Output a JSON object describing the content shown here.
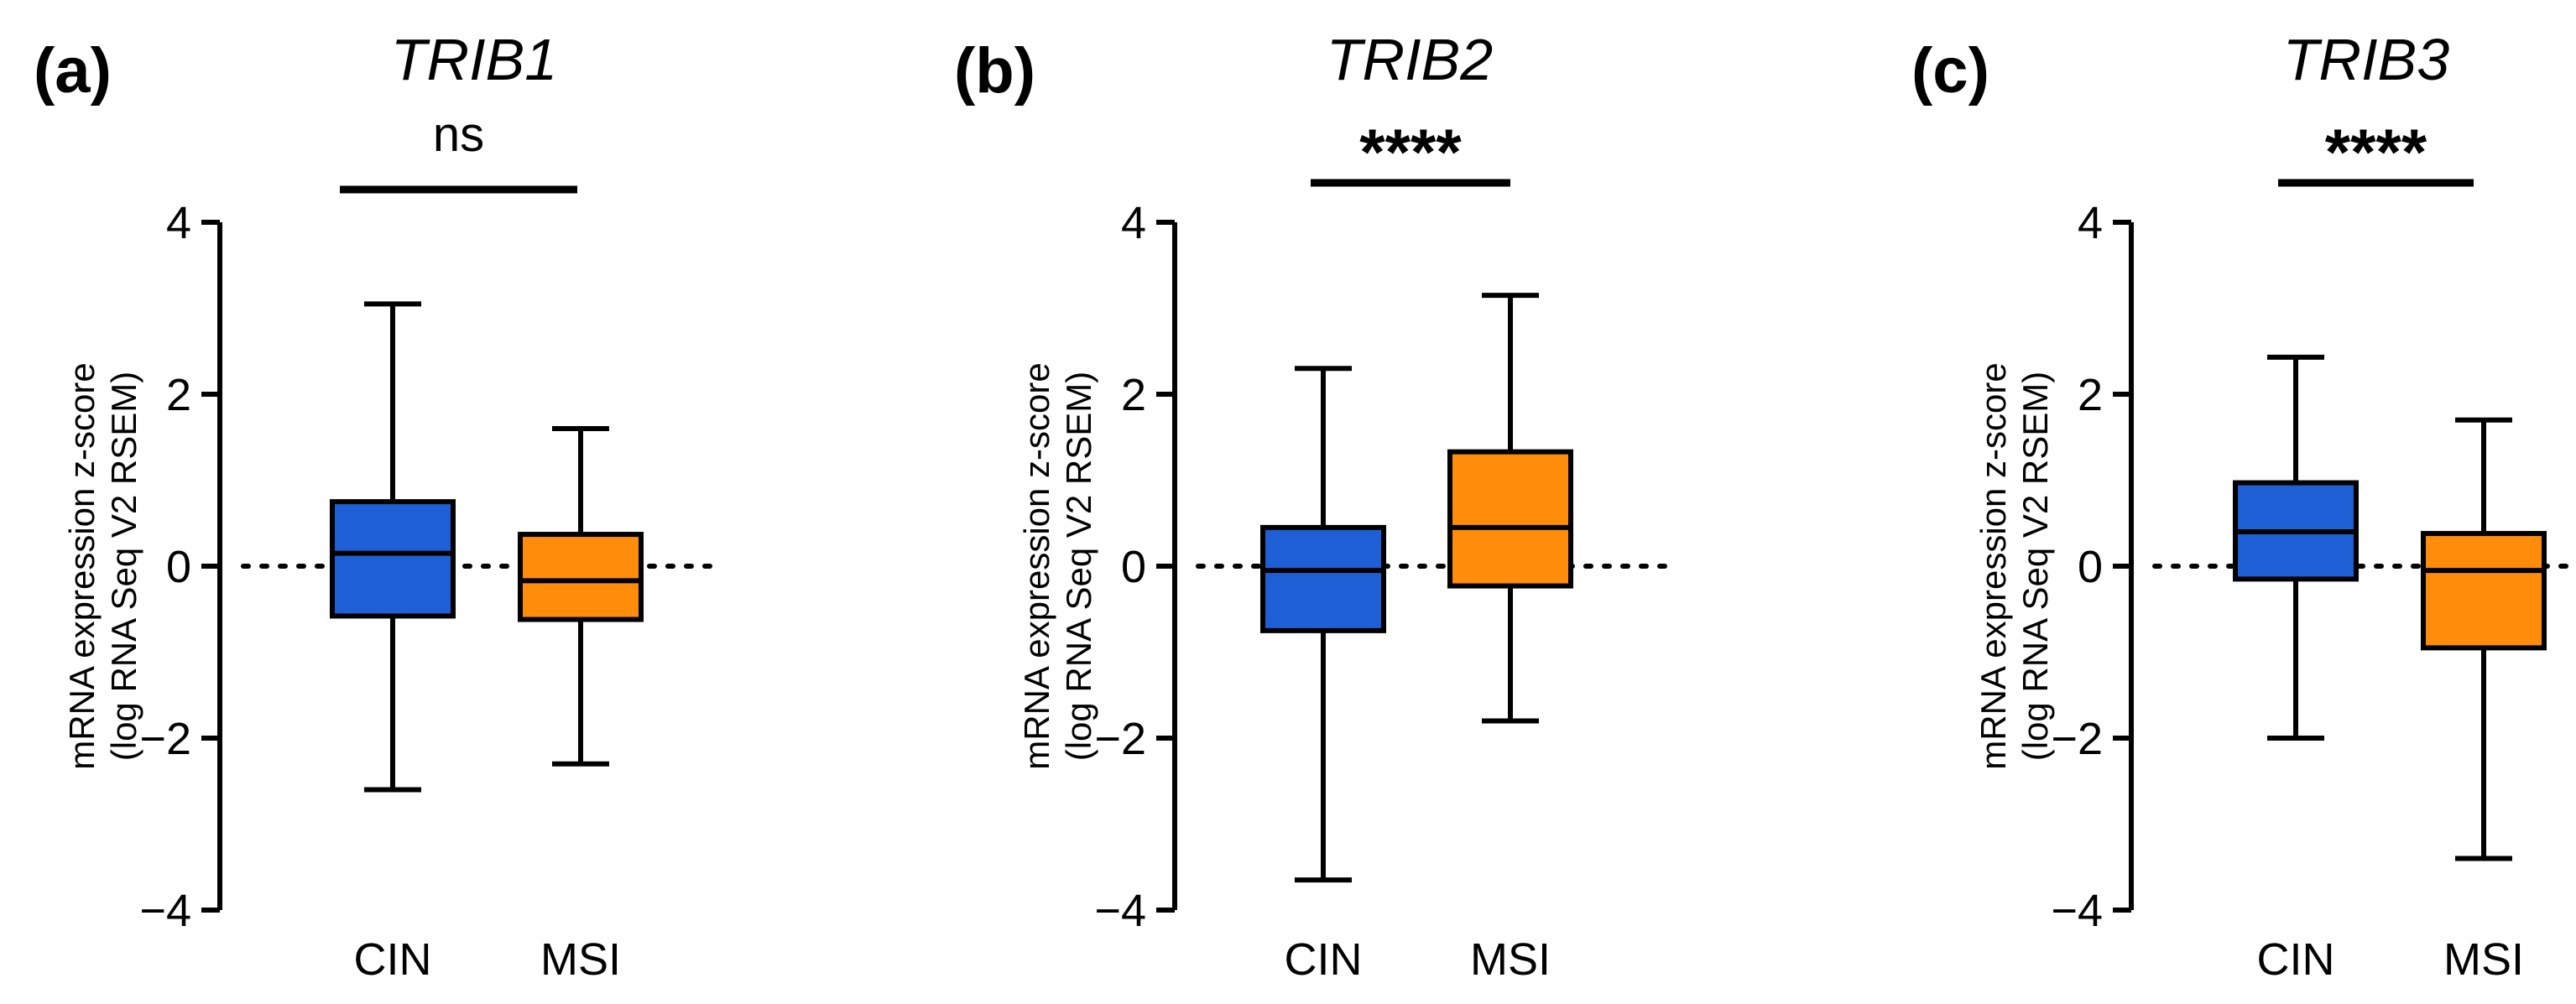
{
  "colors": {
    "CIN": "#1f5fd6",
    "MSI": "#ff8c0a",
    "stroke": "#000000"
  },
  "chart_data": [
    {
      "type": "box",
      "panel": "(a)",
      "title": "TRIB1",
      "significance": "ns",
      "ylabel_line1": "mRNA expression z-score",
      "ylabel_line2": "(log RNA Seq V2 RSEM)",
      "ylim": [
        -4,
        4
      ],
      "yticks": [
        4,
        2,
        0,
        -2,
        -4
      ],
      "ytick_labels": [
        "4",
        "2",
        "0",
        "−2",
        "−4"
      ],
      "reference_line": 0,
      "categories": [
        "CIN",
        "MSI"
      ],
      "boxes": [
        {
          "category": "CIN",
          "min": -2.6,
          "q1": -0.58,
          "median": 0.15,
          "q3": 0.75,
          "max": 3.05
        },
        {
          "category": "MSI",
          "min": -2.3,
          "q1": -0.62,
          "median": -0.17,
          "q3": 0.37,
          "max": 1.6
        }
      ]
    },
    {
      "type": "box",
      "panel": "(b)",
      "title": "TRIB2",
      "significance": "****",
      "ylabel_line1": "mRNA expression z-score",
      "ylabel_line2": "(log RNA Seq V2 RSEM)",
      "ylim": [
        -4,
        4
      ],
      "yticks": [
        4,
        2,
        0,
        -2,
        -4
      ],
      "ytick_labels": [
        "4",
        "2",
        "0",
        "−2",
        "−4"
      ],
      "reference_line": 0,
      "categories": [
        "CIN",
        "MSI"
      ],
      "boxes": [
        {
          "category": "CIN",
          "min": -3.65,
          "q1": -0.75,
          "median": -0.05,
          "q3": 0.45,
          "max": 2.3
        },
        {
          "category": "MSI",
          "min": -1.8,
          "q1": -0.23,
          "median": 0.45,
          "q3": 1.33,
          "max": 3.15
        }
      ]
    },
    {
      "type": "box",
      "panel": "(c)",
      "title": "TRIB3",
      "significance": "****",
      "ylabel_line1": "mRNA expression z-score",
      "ylabel_line2": "(log RNA Seq V2 RSEM)",
      "ylim": [
        -4,
        4
      ],
      "yticks": [
        4,
        2,
        0,
        -2,
        -4
      ],
      "ytick_labels": [
        "4",
        "2",
        "0",
        "−2",
        "−4"
      ],
      "reference_line": 0,
      "categories": [
        "CIN",
        "MSI"
      ],
      "boxes": [
        {
          "category": "CIN",
          "min": -2.0,
          "q1": -0.15,
          "median": 0.4,
          "q3": 0.97,
          "max": 2.43
        },
        {
          "category": "MSI",
          "min": -3.4,
          "q1": -0.95,
          "median": -0.05,
          "q3": 0.38,
          "max": 1.7
        }
      ]
    }
  ]
}
